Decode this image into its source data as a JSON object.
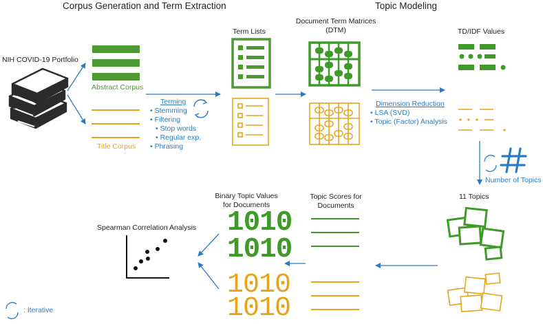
{
  "headings": {
    "left": "Corpus Generation and Term Extraction",
    "right": "Topic Modeling"
  },
  "portfolio": {
    "label": "NIH COVID-19 Portfolio"
  },
  "corpora": {
    "abstract": "Abstract Corpus",
    "title": "Title Corpus"
  },
  "terming": {
    "title": "Terming",
    "items": [
      "Stemming",
      "Filtering",
      "Stop words",
      "Regular exp.",
      "Phrasing"
    ]
  },
  "term_lists": {
    "label": "Term Lists"
  },
  "dtm": {
    "label_line1": "Document Term Matrices",
    "label_line2": "(DTM)"
  },
  "dimension_reduction": {
    "title": "Dimension Reduction",
    "items": [
      "LSA (SVD)",
      "Topic (Factor) Analysis"
    ]
  },
  "tdidf": {
    "label": "TD/IDF Values"
  },
  "number_of_topics": {
    "label": "Number of Topics"
  },
  "topics": {
    "label": "11 Topics"
  },
  "topic_scores": {
    "label_line1": "Topic Scores for",
    "label_line2": "Documents"
  },
  "binary_values": {
    "label_line1": "Binary Topic Values",
    "label_line2": "for Documents",
    "digits": "1010"
  },
  "spearman": {
    "label": "Spearman Correlation Analysis"
  },
  "legend": {
    "iterative": ": Iterative"
  },
  "colors": {
    "green": "#4d9a32",
    "orange": "#e8a318",
    "blue": "#2a7bc5",
    "dark": "#2b2b2b"
  }
}
